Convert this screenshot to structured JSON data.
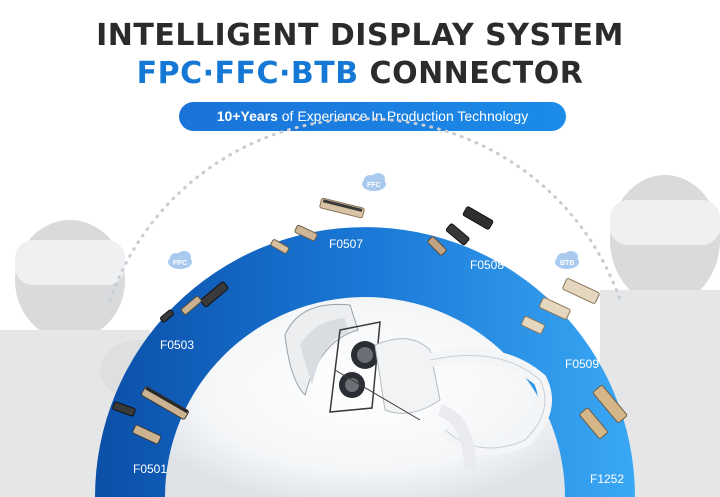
{
  "header": {
    "title_line1": "INTELLIGENT DISPLAY SYSTEM",
    "title_line2_accent": "FPC·FFC·BTB",
    "title_line2_rest": " CONNECTOR"
  },
  "pill": {
    "bold": "10+Years",
    "text": " of Experience In Production Technology"
  },
  "clouds": {
    "left": "FPC",
    "top": "FFC",
    "right": "BTB"
  },
  "connectors": [
    {
      "label": "F0507"
    },
    {
      "label": "F0508"
    },
    {
      "label": "F0503"
    },
    {
      "label": "F0509"
    },
    {
      "label": "F0501"
    },
    {
      "label": "F1252"
    }
  ],
  "colors": {
    "ring_outer": "#0d5bb8",
    "ring_inner": "#2b9cf0",
    "accent": "#1478d4",
    "dark_text": "#2b2b2b"
  }
}
